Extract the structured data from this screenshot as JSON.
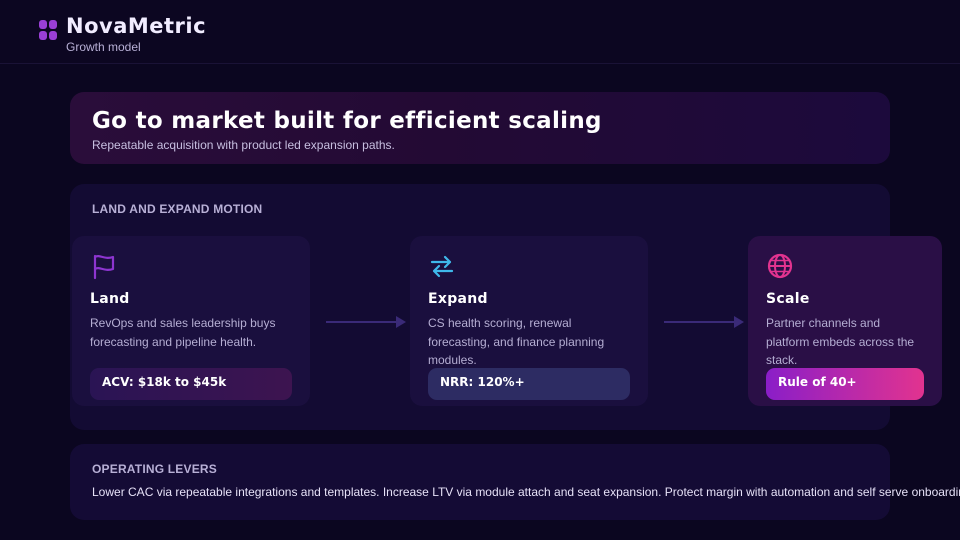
{
  "header": {
    "brand": "NovaMetric",
    "subtitle": "Growth model"
  },
  "hero": {
    "title": "Go to market built for efficient scaling",
    "subtitle": "Repeatable acquisition with product led expansion paths."
  },
  "motion": {
    "label": "LAND AND EXPAND MOTION",
    "stages": [
      {
        "title": "Land",
        "icon": "flag-icon",
        "description": "RevOps and sales leadership buys forecasting and pipeline health.",
        "metric": "ACV: $18k to $45k"
      },
      {
        "title": "Expand",
        "icon": "swap-arrows-icon",
        "description": "CS health scoring, renewal forecasting, and finance planning modules.",
        "metric": "NRR: 120%+"
      },
      {
        "title": "Scale",
        "icon": "globe-icon",
        "description": "Partner channels and platform embeds across the stack.",
        "metric": "Rule of 40+"
      }
    ]
  },
  "levers": {
    "label": "OPERATING LEVERS",
    "text": "Lower CAC via repeatable integrations and templates. Increase LTV via module attach and seat expansion. Protect margin with automation and self serve onboarding."
  },
  "colors": {
    "background": "#0b0620",
    "accent_purple": "#9a3fd6",
    "accent_cyan": "#3fb8ea",
    "accent_pink": "#e2338f"
  }
}
